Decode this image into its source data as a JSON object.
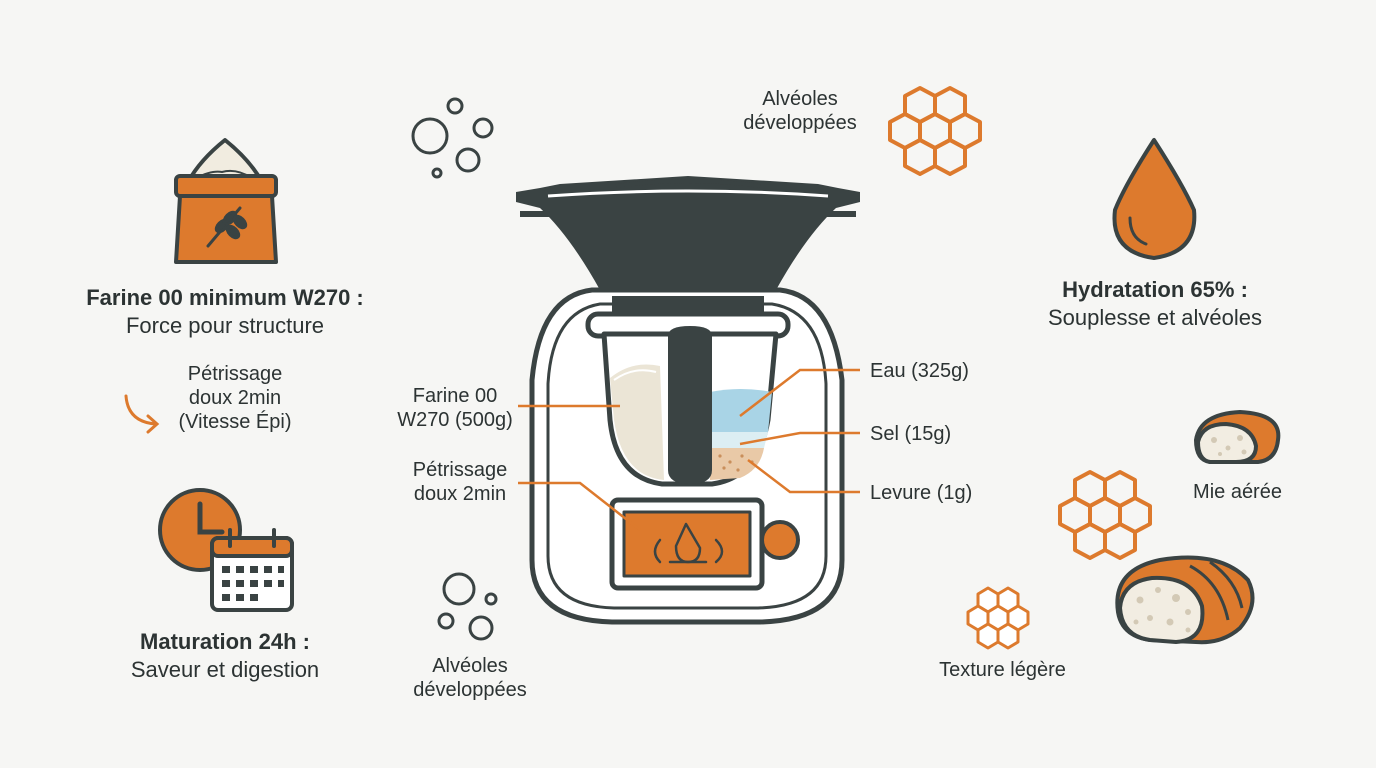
{
  "colors": {
    "accent": "#dd7a2d",
    "dark": "#3a4343",
    "background": "#f6f6f4",
    "water": "#a9d4e6",
    "flour": "#ebe5d6"
  },
  "left": {
    "flour": {
      "title": "Farine 00 minimum W270 :",
      "subtitle": "Force pour structure",
      "icon": "flour-sack-icon"
    },
    "kneading": {
      "line1": "Pétrissage",
      "line2": "doux 2min",
      "line3": "(Vitesse Épi)",
      "icon": "curved-arrow-icon"
    },
    "maturation": {
      "title": "Maturation 24h :",
      "subtitle": "Saveur et digestion",
      "icon": "clock-calendar-icon"
    }
  },
  "center": {
    "top_label": {
      "line1": "Alvéoles",
      "line2": "développées"
    },
    "bottom_label": {
      "line1": "Alvéoles",
      "line2": "développées"
    },
    "callout_flour": {
      "line1": "Farine 00",
      "line2": "W270 (500g)"
    },
    "callout_knead": {
      "line1": "Pétrissage",
      "line2": "doux 2min"
    },
    "callout_water": "Eau (325g)",
    "callout_salt": "Sel (15g)",
    "callout_yeast": "Levure (1g)",
    "device_icon": "thermomix-icon"
  },
  "right": {
    "hydration": {
      "title": "Hydratation 65% :",
      "subtitle": "Souplesse et alvéoles",
      "icon": "water-drop-icon"
    },
    "crumb": "Mie aérée",
    "texture": "Texture légère"
  }
}
